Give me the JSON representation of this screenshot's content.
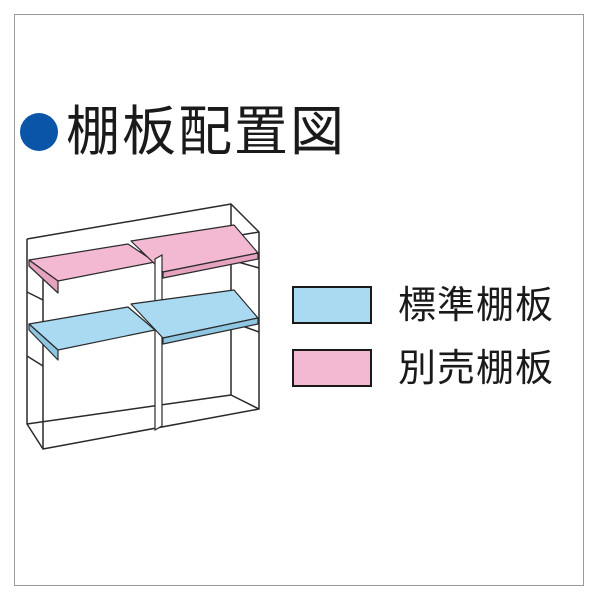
{
  "header": {
    "title": "棚板配置図",
    "bullet_color": "#0a55a8"
  },
  "legend": [
    {
      "key": "standard",
      "label": "標準棚板",
      "color": "#a9daf1"
    },
    {
      "key": "optional",
      "label": "別売棚板",
      "color": "#f3b9d2"
    }
  ],
  "diagram": {
    "outline_color": "#2a2a2a",
    "upper_shelf": "optional",
    "lower_shelf": "standard"
  }
}
